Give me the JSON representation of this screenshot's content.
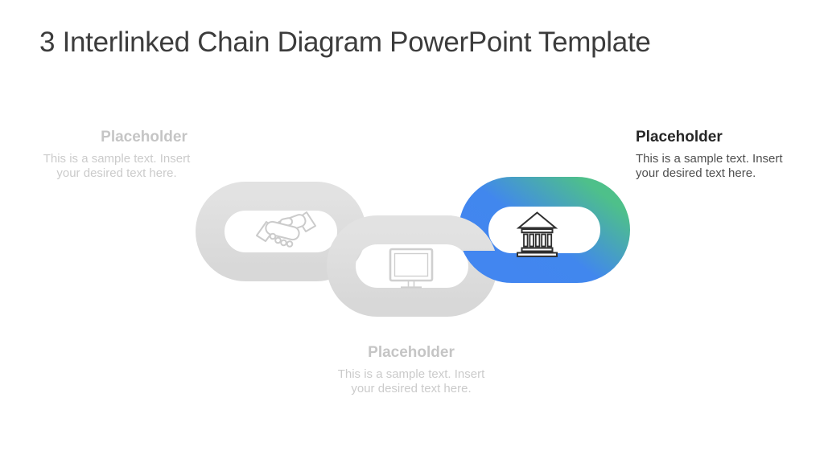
{
  "slide": {
    "title": "3 Interlinked Chain Diagram PowerPoint Template"
  },
  "placeholders": {
    "left": {
      "heading": "Placeholder",
      "line1": "This is a sample text. Insert",
      "line2": "your desired text here."
    },
    "right": {
      "heading": "Placeholder",
      "line1": "This is a sample text. Insert",
      "line2": "your desired text here."
    },
    "bottom": {
      "heading": "Placeholder",
      "line1": "This is a sample text. Insert",
      "line2": "your desired text here."
    }
  },
  "chain": {
    "links": [
      {
        "position": "left",
        "icon": "handshake-icon",
        "color": "#dedede"
      },
      {
        "position": "middle",
        "icon": "monitor-icon",
        "color": "#dedede"
      },
      {
        "position": "right",
        "icon": "bank-icon",
        "color": "gradient"
      }
    ]
  },
  "colors": {
    "chain_gray_light": "#e2e2e2",
    "chain_gray_dark": "#d8d8d8",
    "chain_blue": "#4286f0",
    "chain_green": "#4ec08a",
    "title_text": "#3c3c3c",
    "muted_heading": "#c5c5c5",
    "muted_body": "#cbcbcb",
    "dark_heading": "#262626",
    "dark_body": "#4f4f4f",
    "light_icon": "#cbcbcb",
    "dark_icon": "#2f2f2f"
  }
}
